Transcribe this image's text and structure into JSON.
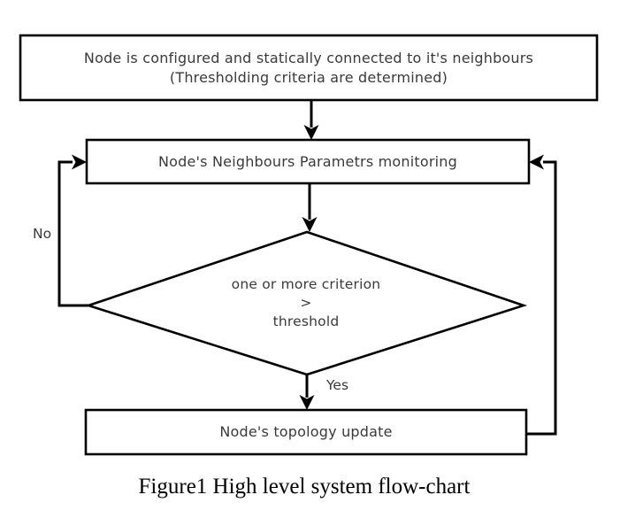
{
  "figure": {
    "caption": "Figure1 High level system flow-chart"
  },
  "flowchart": {
    "nodes": {
      "configure": {
        "line1": "Node is configured and statically connected to it's neighbours",
        "line2": "(Thresholding criteria are determined)"
      },
      "monitoring": {
        "label": "Node's Neighbours Parametrs monitoring"
      },
      "decision": {
        "line1": "one or more criterion",
        "line2": ">",
        "line3": "threshold"
      },
      "update": {
        "label": "Node's topology update"
      }
    },
    "edges": {
      "yes_label": "Yes",
      "no_label": "No"
    },
    "colors": {
      "line": "#000000",
      "text": "#3a3a3a",
      "background": "#ffffff",
      "node_fill": "#ffffff"
    }
  }
}
